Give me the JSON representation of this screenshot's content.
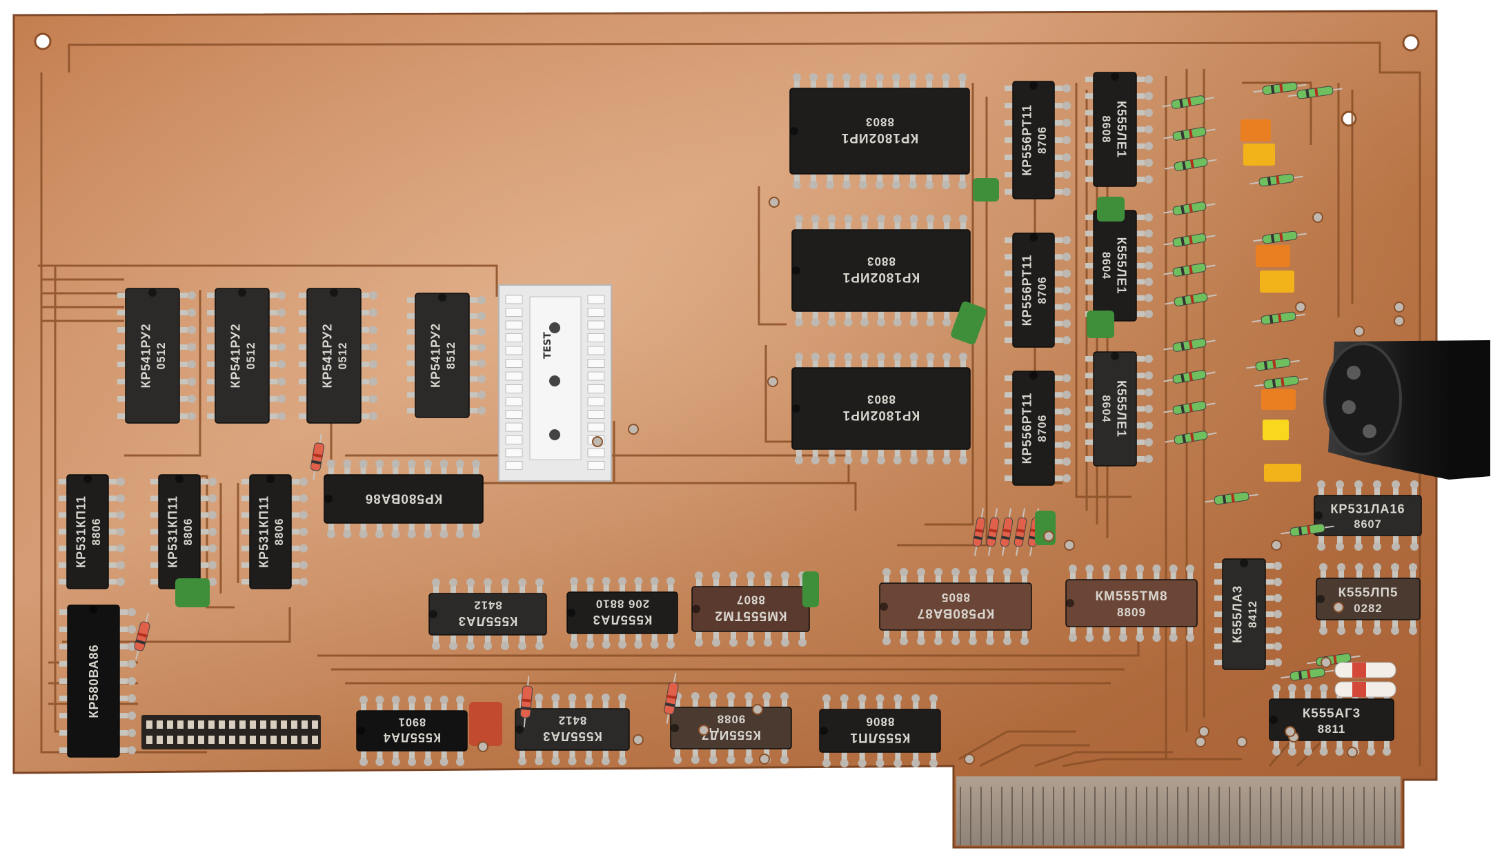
{
  "chips": [
    {
      "id": "u1",
      "line1": "КР541РУ2",
      "line2": "0512",
      "color": "#2b2a29",
      "rot": -90
    },
    {
      "id": "u2",
      "line1": "КР541РУ2",
      "line2": "0512",
      "color": "#2b2a29",
      "rot": -90
    },
    {
      "id": "u3",
      "line1": "КР541РУ2",
      "line2": "0512",
      "color": "#2b2a29",
      "rot": -90
    },
    {
      "id": "u4",
      "line1": "КР541РУ2",
      "line2": "8512",
      "color": "#2b2a29",
      "rot": -90
    },
    {
      "id": "u5",
      "line1": "КР531КП11",
      "line2": "8806",
      "color": "#1e1d1c",
      "rot": -90
    },
    {
      "id": "u6",
      "line1": "КР531КП11",
      "line2": "8806",
      "color": "#1e1d1c",
      "rot": -90
    },
    {
      "id": "u7",
      "line1": "КР531КП11",
      "line2": "8806",
      "color": "#1e1d1c",
      "rot": -90
    },
    {
      "id": "u8",
      "line1": "КР580ВА86",
      "line2": "",
      "color": "#1e1d1c",
      "rot": 180
    },
    {
      "id": "u9",
      "line1": "КР580ВА86",
      "line2": "",
      "color": "#111111",
      "rot": -90
    },
    {
      "id": "u10",
      "line1": "К555ЛА3",
      "line2": "8412",
      "color": "#2b2a29",
      "rot": 180
    },
    {
      "id": "u11",
      "line1": "К555ЛА3",
      "line2": "206 8810",
      "color": "#1e1d1c",
      "rot": 180
    },
    {
      "id": "u12",
      "line1": "КМ555ТМ2",
      "line2": "8807",
      "color": "#5a3a2e",
      "rot": 180
    },
    {
      "id": "u13",
      "line1": "КР580ВА87",
      "line2": "8805",
      "color": "#6b4636",
      "rot": 180
    },
    {
      "id": "u14",
      "line1": "КМ555ТМ8",
      "line2": "8809",
      "color": "#6b4636",
      "rot": 0
    },
    {
      "id": "u15",
      "line1": "К555ЛА4",
      "line2": "8901",
      "color": "#121212",
      "rot": 180
    },
    {
      "id": "u16",
      "line1": "К555ЛА3",
      "line2": "8412",
      "color": "#2b2a29",
      "rot": 180
    },
    {
      "id": "u17",
      "line1": "К555ИД7",
      "line2": "9088",
      "color": "#4a3a30",
      "rot": 180
    },
    {
      "id": "u18",
      "line1": "К555ЛП1",
      "line2": "8806",
      "color": "#1e1d1c",
      "rot": 180
    },
    {
      "id": "u19",
      "line1": "КР1802ИР1",
      "line2": "8803",
      "color": "#1e1d1c",
      "rot": 180
    },
    {
      "id": "u20",
      "line1": "КР1802ИР1",
      "line2": "8803",
      "color": "#1e1d1c",
      "rot": 180
    },
    {
      "id": "u21",
      "line1": "КР1802ИР1",
      "line2": "8803",
      "color": "#1e1d1c",
      "rot": 180
    },
    {
      "id": "u22",
      "line1": "КР556РТ11",
      "line2": "8706",
      "color": "#1e1d1c",
      "rot": -90
    },
    {
      "id": "u23",
      "line1": "КР556РТ11",
      "line2": "8706",
      "color": "#1e1d1c",
      "rot": -90
    },
    {
      "id": "u24",
      "line1": "КР556РТ11",
      "line2": "8706",
      "color": "#1e1d1c",
      "rot": -90
    },
    {
      "id": "u25",
      "line1": "К555ЛЕ1",
      "line2": "8608",
      "color": "#1e1d1c",
      "rot": 90
    },
    {
      "id": "u26",
      "line1": "К555ЛЕ1",
      "line2": "8604",
      "color": "#1e1d1c",
      "rot": 90
    },
    {
      "id": "u27",
      "line1": "К555ЛЕ1",
      "line2": "8604",
      "color": "#2b2a29",
      "rot": 90
    },
    {
      "id": "u28",
      "line1": "КР531ЛА16",
      "line2": "8607",
      "color": "#2b2a29",
      "rot": 0
    },
    {
      "id": "u29",
      "line1": "К555ЛП5",
      "line2": "0282",
      "color": "#4a3a30",
      "rot": 0
    },
    {
      "id": "u30",
      "line1": "К555ЛА3",
      "line2": "8412",
      "color": "#2b2a29",
      "rot": -90
    },
    {
      "id": "u31",
      "line1": "К555АГ3",
      "line2": "8811",
      "color": "#1e1d1c",
      "rot": 0
    }
  ],
  "socket_label": "TEST",
  "board_colors": {
    "copper": "#b5703f",
    "copper_light": "#cf9366",
    "trace": "#8a4f27",
    "solder": "#c9c3bd",
    "white_socket": "#e9e9e9"
  }
}
